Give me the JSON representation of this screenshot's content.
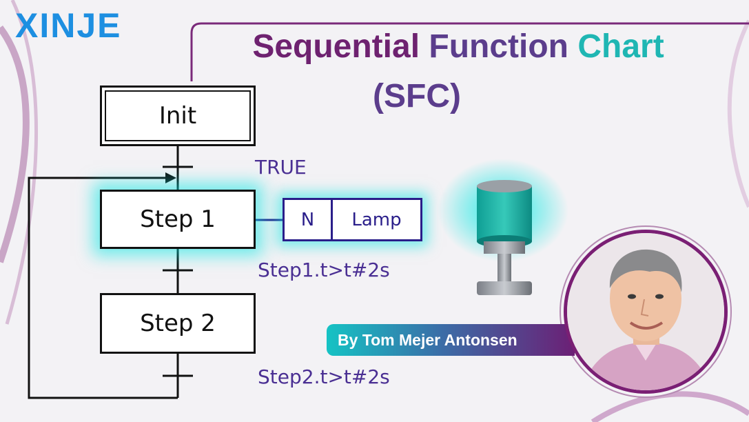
{
  "brand": {
    "logo_text": "XINJE",
    "color": "#1d8fe1"
  },
  "title": {
    "word1": "Sequential",
    "word2": "Function",
    "word3": "Chart",
    "subtitle": "(SFC)"
  },
  "colors": {
    "purple": "#6e2270",
    "violet": "#5b3d8c",
    "teal": "#1fb6b3",
    "ink": "#2a1e8a",
    "glow": "#00e6e1"
  },
  "sfc": {
    "steps": [
      {
        "name": "Init",
        "initial": true
      },
      {
        "name": "Step 1",
        "initial": false
      },
      {
        "name": "Step 2",
        "initial": false
      }
    ],
    "transitions": [
      "TRUE",
      "Step1.t>t#2s",
      "Step2.t>t#2s"
    ],
    "action": {
      "qualifier": "N",
      "variable": "Lamp"
    }
  },
  "lamp_icon": "signal-tower-icon",
  "author": {
    "label": "By Tom Mejer Antonsen"
  },
  "avatar_icon": "presenter-photo"
}
